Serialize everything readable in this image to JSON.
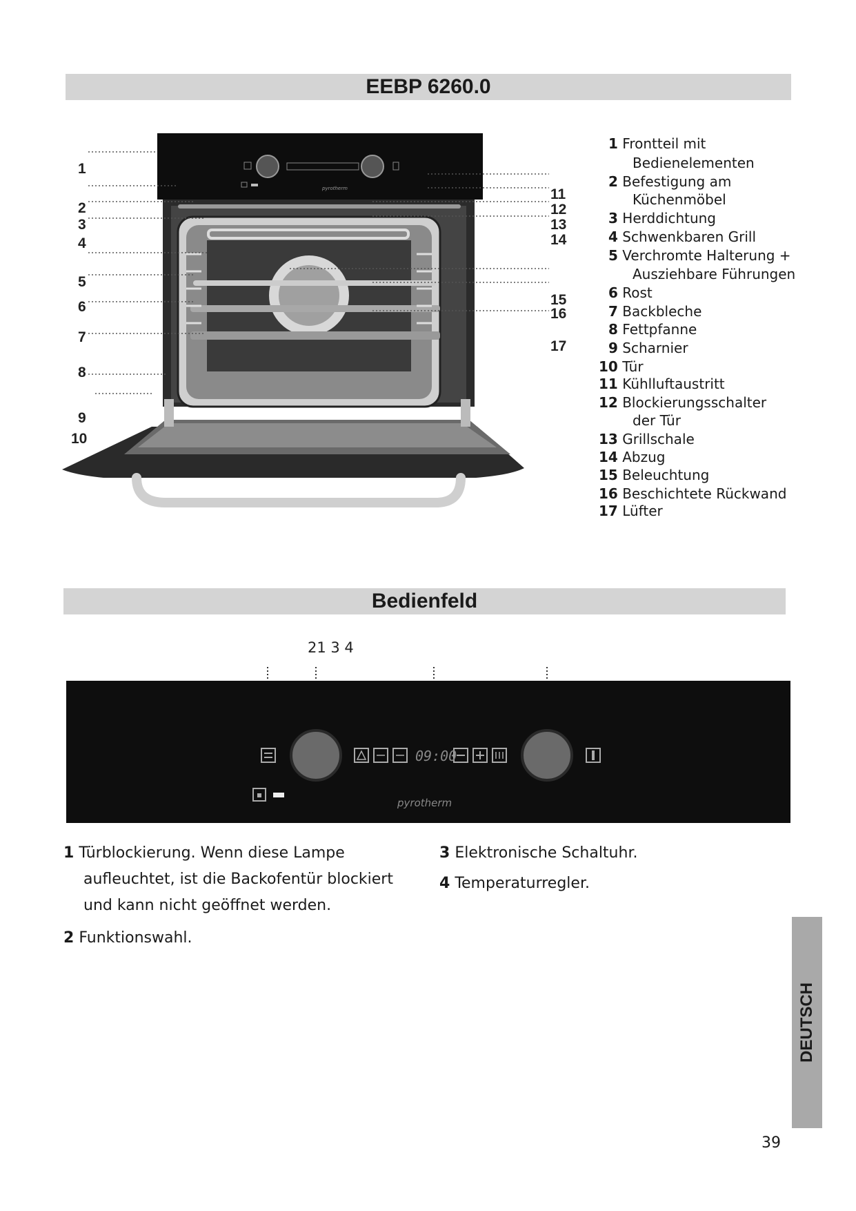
{
  "header": {
    "title": "EEBP 6260.0"
  },
  "oven_callouts_left": [
    "1",
    "2",
    "3",
    "4",
    "5",
    "6",
    "7",
    "8",
    "9",
    "10"
  ],
  "oven_callouts_right": [
    "11",
    "12",
    "13",
    "14",
    "15",
    "16",
    "17"
  ],
  "oven_brand": "pyrotherm",
  "legend": [
    {
      "num": "1",
      "text": "Frontteil mit",
      "cont": "Bedienelementen"
    },
    {
      "num": "2",
      "text": "Befestigung am",
      "cont": "Küchenmöbel"
    },
    {
      "num": "3",
      "text": "Herddichtung"
    },
    {
      "num": "4",
      "text": "Schwenkbaren Grill"
    },
    {
      "num": "5",
      "text": "Verchromte Halterung +",
      "cont": "Ausziehbare Führungen"
    },
    {
      "num": "6",
      "text": "Rost"
    },
    {
      "num": "7",
      "text": "Backbleche"
    },
    {
      "num": "8",
      "text": "Fettpfanne"
    },
    {
      "num": "9",
      "text": "Scharnier"
    },
    {
      "num": "10",
      "text": "Tür"
    },
    {
      "num": "11",
      "text": "Kühlluftaustritt"
    },
    {
      "num": "12",
      "text": "Blockierungsschalter",
      "cont": "der Tür"
    },
    {
      "num": "13",
      "text": "Grillschale"
    },
    {
      "num": "14",
      "text": "Abzug"
    },
    {
      "num": "15",
      "text": "Beleuchtung"
    },
    {
      "num": "16",
      "text": "Beschichtete Rückwand"
    },
    {
      "num": "17",
      "text": "Lüfter"
    }
  ],
  "section2": {
    "title": "Bedienfeld"
  },
  "panel": {
    "callout_numbers": "21 3 4",
    "time": "09:00",
    "brand": "pyrotherm"
  },
  "descriptions": {
    "d1_num": "1",
    "d1_line1": "Türblockierung.  Wenn  diese  Lampe",
    "d1_line2": "aufleuchtet,  ist  die  Backofentür  blockiert",
    "d1_line3": "und kann nicht geöffnet werden.",
    "d2_num": "2",
    "d2_text": "Funktionswahl.",
    "d3_num": "3",
    "d3_text": "Elektronische Schaltuhr.",
    "d4_num": "4",
    "d4_text": "Temperaturregler."
  },
  "side_tab": "DEUTSCH",
  "page_number": "39"
}
